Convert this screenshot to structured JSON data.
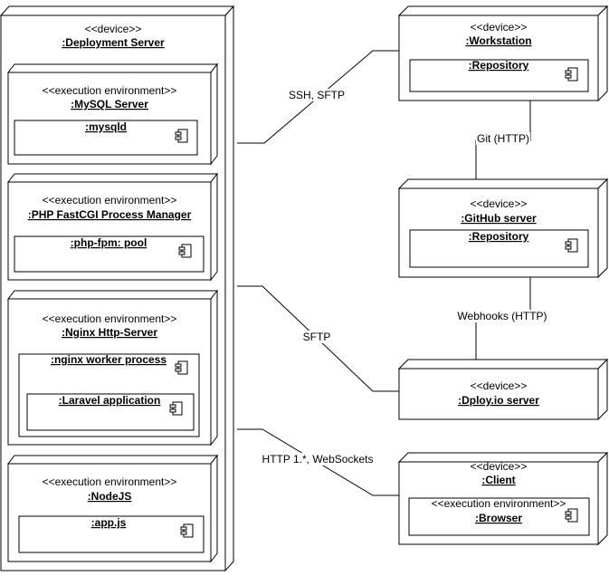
{
  "nodes": {
    "deployment_server": {
      "stereotype": "<<device>>",
      "name": ":Deployment Server"
    },
    "mysql_env": {
      "stereotype": "<<execution environment>>",
      "name": ":MySQL Server",
      "component": ":mysqld"
    },
    "php_env": {
      "stereotype": "<<execution environment>>",
      "name": ":PHP FastCGI Process Manager",
      "component": ":php-fpm: pool"
    },
    "nginx_env": {
      "stereotype": "<<execution environment>>",
      "name": ":Nginx Http-Server",
      "component": ":nginx worker process",
      "subcomponent": ":Laravel application"
    },
    "node_env": {
      "stereotype": "<<execution environment>>",
      "name": ":NodeJS",
      "component": ":app.js"
    },
    "workstation": {
      "stereotype": "<<device>>",
      "name": ":Workstation",
      "component": ":Repository"
    },
    "github": {
      "stereotype": "<<device>>",
      "name": ":GitHub server",
      "component": ":Repository"
    },
    "dploy": {
      "stereotype": "<<device>>",
      "name": ":Dploy.io server"
    },
    "client": {
      "stereotype": "<<device>>",
      "name": ":Client",
      "env_stereotype": "<<execution environment>>",
      "env_name": ":Browser"
    }
  },
  "connectors": {
    "ssh": "SSH, SFTP",
    "git": "Git (HTTP)",
    "webhooks": "Webhooks (HTTP)",
    "sftp": "SFTP",
    "http": "HTTP 1.*, WebSockets"
  }
}
